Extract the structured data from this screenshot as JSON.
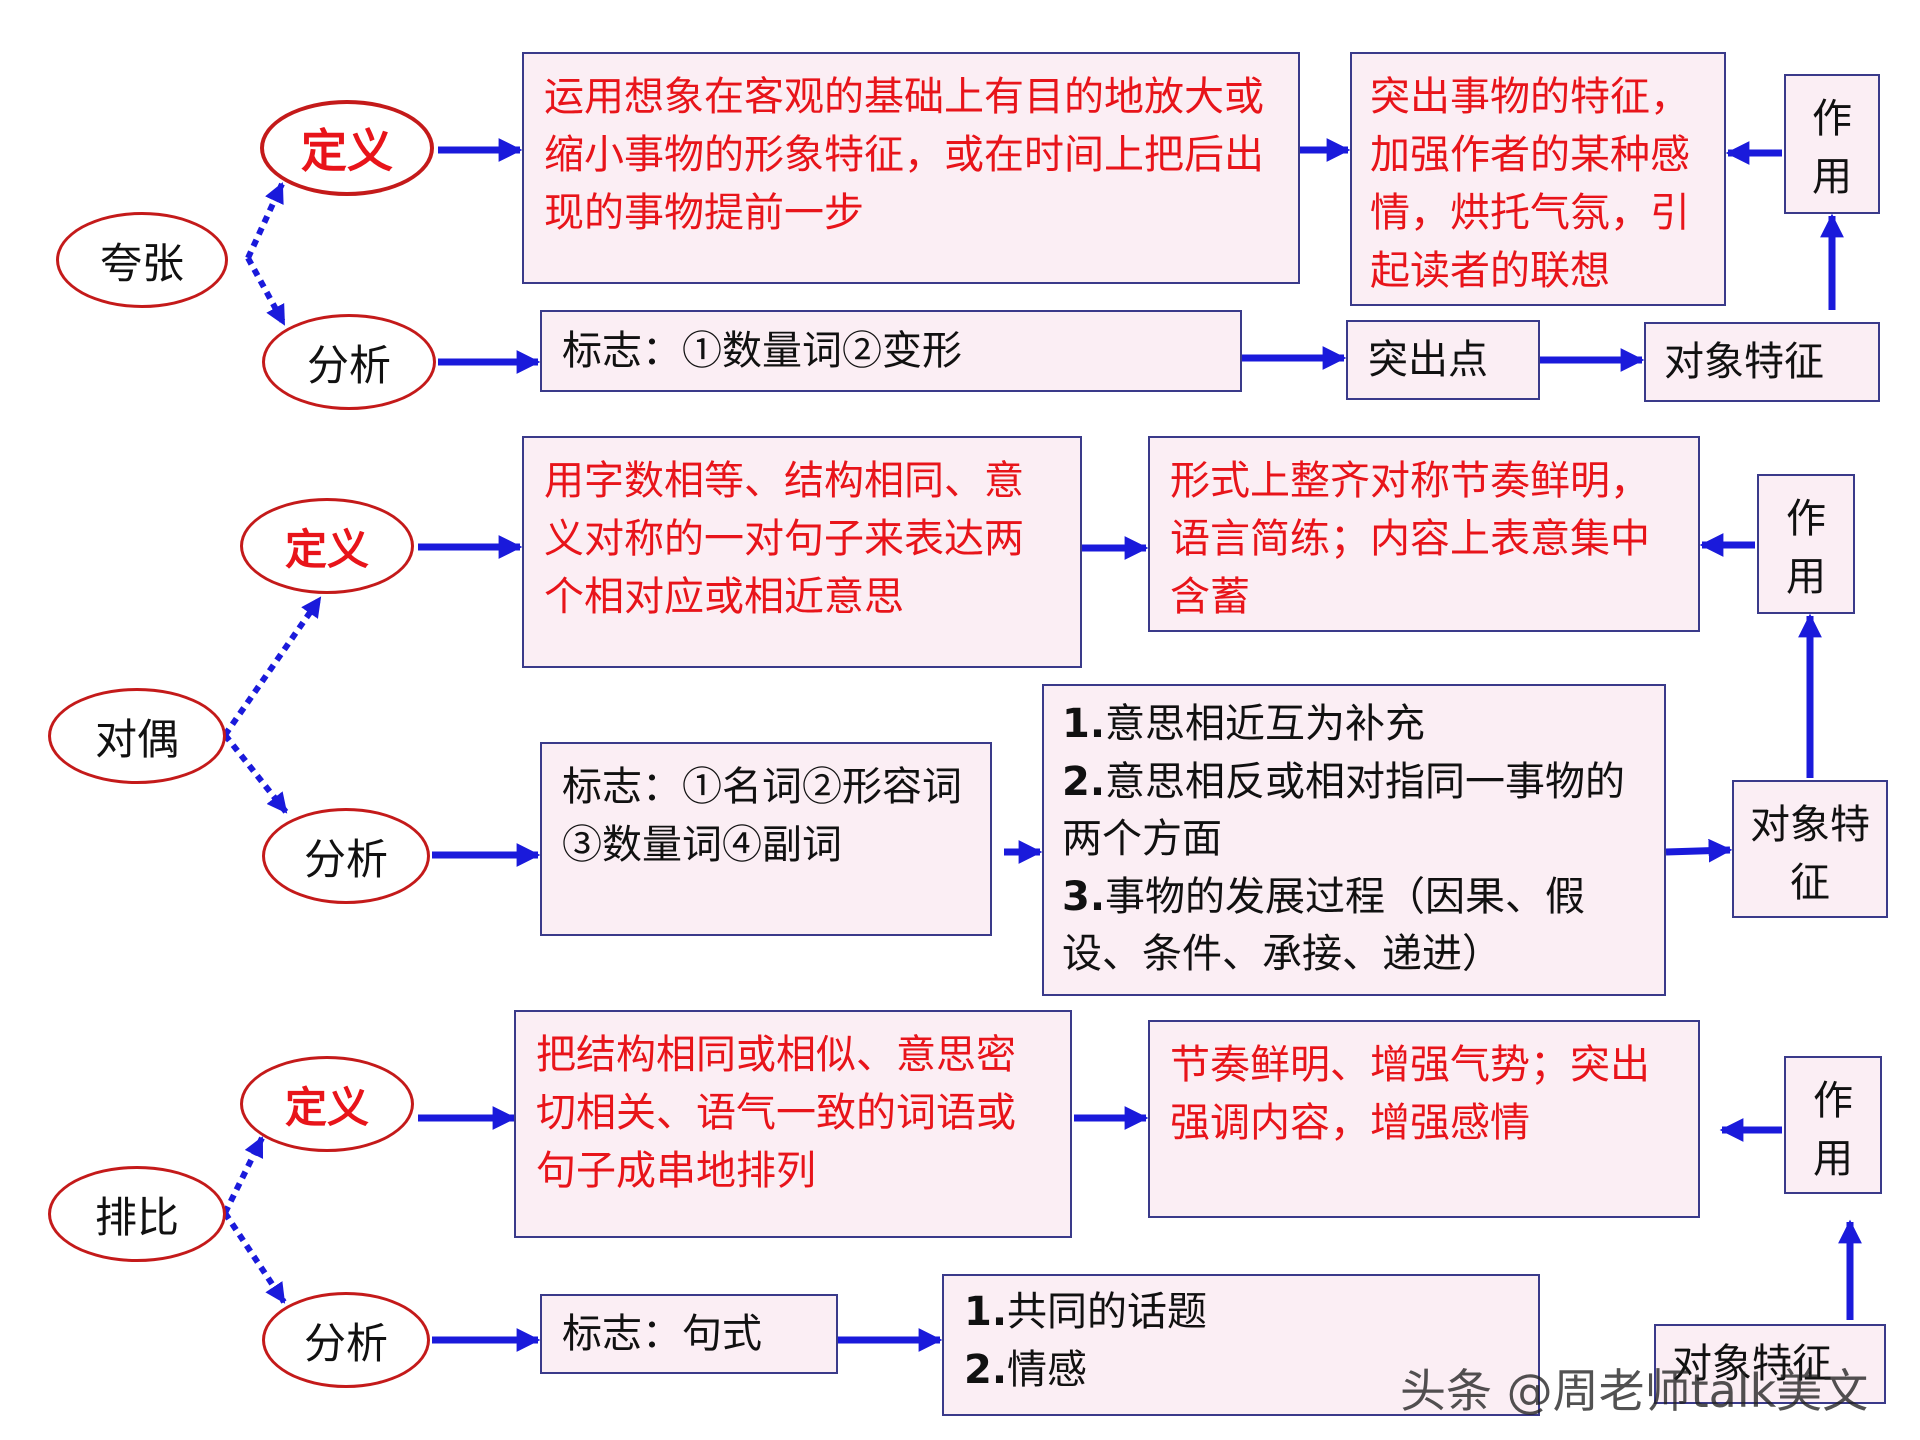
{
  "colors": {
    "arrow": "#1a1adb",
    "box_border": "#3a3a8a",
    "box_fill": "#fbeef4",
    "red_text": "#e8141a",
    "oval_border": "#c41a1a"
  },
  "sections": {
    "kuazhang": {
      "name": "夸张",
      "definition_label": "定义",
      "analysis_label": "分析",
      "definition_text": "运用想象在客观的基础上有目的地放大或缩小事物的形象特征，或在时间上把后出现的事物提前一步",
      "effect_text": "突出事物的特征，加强作者的某种感情，烘托气氛，引起读者的联想",
      "effect_label": "作用",
      "marker_text": "标志：①数量词②变形",
      "highlight_label": "突出点",
      "object_label": "对象特征"
    },
    "duiou": {
      "name": "对偶",
      "definition_label": "定义",
      "analysis_label": "分析",
      "definition_text": "用字数相等、结构相同、意义对称的一对句子来表达两个相对应或相近意思",
      "effect_text": "形式上整齐对称节奏鲜明，语言简练；内容上表意集中含蓄",
      "effect_label": "作用",
      "marker_text": "标志：①名词②形容词③数量词④副词",
      "relations": [
        {
          "num": "1.",
          "text": "意思相近互为补充"
        },
        {
          "num": "2.",
          "text": "意思相反或相对指同一事物的两个方面"
        },
        {
          "num": "3.",
          "text": "事物的发展过程（因果、假设、条件、承接、递进）"
        }
      ],
      "object_label": "对象特征"
    },
    "paibi": {
      "name": "排比",
      "definition_label": "定义",
      "analysis_label": "分析",
      "definition_text": "把结构相同或相似、意思密切相关、语气一致的词语或句子成串地排列",
      "effect_text": "节奏鲜明、增强气势；突出强调内容，增强感情",
      "effect_label": "作用",
      "marker_text": "标志：句式",
      "points": [
        {
          "num": "1.",
          "text": "共同的话题"
        },
        {
          "num": "2.",
          "text": "情感"
        }
      ],
      "object_label": "对象特征"
    }
  },
  "watermark": "头条 @周老师talk美文"
}
